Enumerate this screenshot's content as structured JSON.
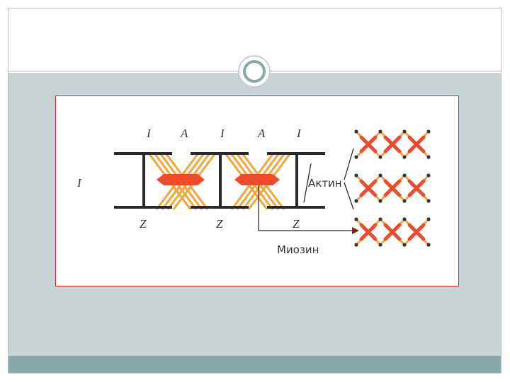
{
  "diagram": {
    "band_labels_top": [
      "I",
      "A",
      "I",
      "A",
      "I"
    ],
    "band_label_left": "I",
    "z_labels": [
      "Z",
      "Z",
      "Z"
    ],
    "actin_label": "Актин",
    "myosin_label": "Миозин"
  },
  "colors": {
    "background": "#c8d3d6",
    "footer": "#8aa8a9",
    "frame_border": "#e0242a",
    "myosin": "#ef4a2a",
    "actin": "#f3a43a",
    "z_line": "#2a2a2a"
  }
}
